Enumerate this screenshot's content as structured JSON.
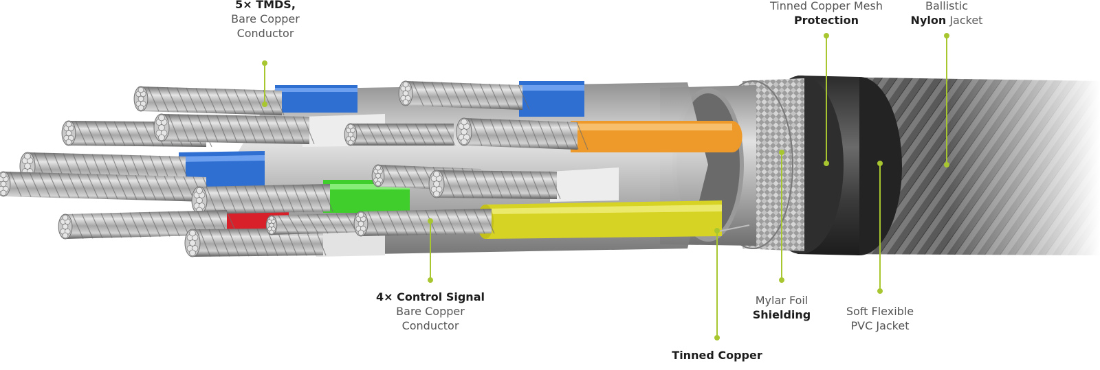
{
  "colors": {
    "leader": "#a8c630",
    "tmds_blue": "#2f6fd1",
    "orange": "#ee9a2a",
    "green": "#3fce2c",
    "red": "#d8202a",
    "yellow": "#d6d324",
    "white_insulation": "#eeeeee",
    "foil": "#b9b9b9",
    "nylon_jacket": "#3b3b3b",
    "pvc_jacket": "#1c1c1c"
  },
  "labels": {
    "tmds": {
      "bold": "5× TMDS,",
      "line2": "Bare Copper",
      "line3": "Conductor",
      "icon": "leader-dot"
    },
    "control": {
      "bold": "4× Control Signal",
      "line2": "Bare Copper",
      "line3": "Conductor",
      "icon": "leader-dot"
    },
    "mesh": {
      "line1": "Tinned Copper Mesh",
      "bold": "Protection",
      "icon": "leader-dot"
    },
    "nylon": {
      "line1": "Ballistic",
      "bold": "Nylon",
      "rest": " Jacket",
      "icon": "leader-dot"
    },
    "mylar": {
      "line1": "Mylar Foil",
      "bold": "Shielding",
      "icon": "leader-dot"
    },
    "pvc": {
      "line1": "Soft Flexible",
      "line2": "PVC Jacket",
      "icon": "leader-dot"
    },
    "tinned": {
      "bold": "Tinned Copper",
      "icon": "leader-dot"
    }
  }
}
